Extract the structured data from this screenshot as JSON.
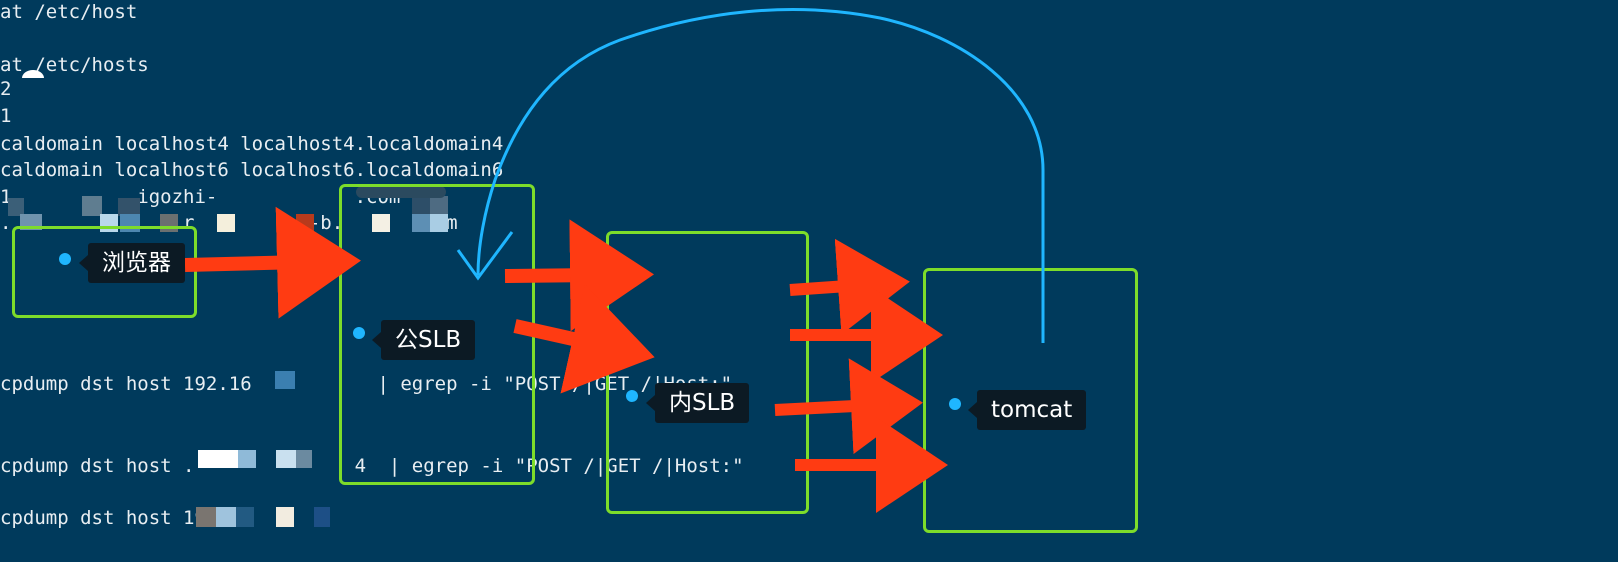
{
  "terminal": {
    "lines": [
      {
        "id": "l1",
        "text": "at /etc/host"
      },
      {
        "id": "l2",
        "text": "at /etc/hosts"
      },
      {
        "id": "l3",
        "text": "2"
      },
      {
        "id": "l4",
        "text": "1"
      },
      {
        "id": "l5",
        "text": "caldomain localhost4 localhost4.localdomain4"
      },
      {
        "id": "l6",
        "text": "caldomain localhost6 localhost6.localdomain6"
      },
      {
        "id": "l7",
        "text": "1           igozhi-            .com"
      },
      {
        "id": "l8",
        "text": ".               r         i-b.      .com"
      },
      {
        "id": "l9",
        "text": "cpdump dst host 192.16           | egrep -i \"POST /|GET /|Host:\""
      },
      {
        "id": "l10",
        "text": "cpdump dst host .              4  | egrep -i \"POST /|GET /|Host:\""
      },
      {
        "id": "l11",
        "text": "cpdump dst host 19"
      }
    ]
  },
  "diagram": {
    "browser_label": "浏览器",
    "public_slb_label": "公SLB",
    "internal_slb_label": "内SLB",
    "tomcat_label": "tomcat"
  },
  "colors": {
    "background": "#003a5c",
    "box_border": "#7ddc2a",
    "arrow": "#ff3b12",
    "return_curve": "#1fb6ff",
    "label_bg": "#0c1a24"
  }
}
